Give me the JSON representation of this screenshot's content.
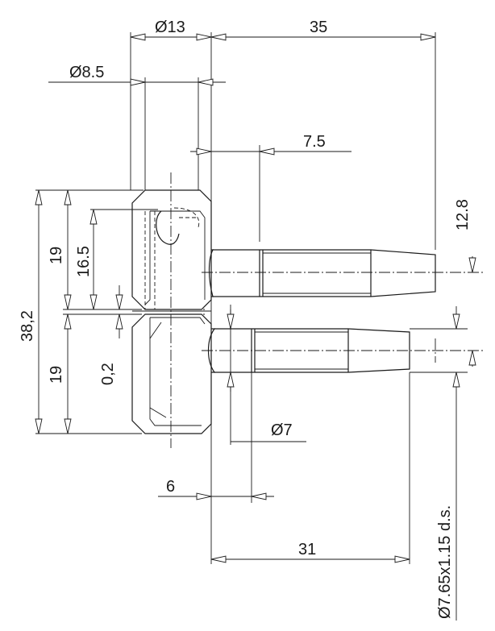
{
  "dimensions": {
    "d13": "Ø13",
    "l35": "35",
    "d8_5": "Ø8.5",
    "l7_5": "7.5",
    "l12_8": "12.8",
    "l19_top": "19",
    "l16_5": "16.5",
    "l38_2": "38,2",
    "l19_bottom": "19",
    "l0_2": "0,2",
    "d7": "Ø7",
    "l6": "6",
    "l31": "31",
    "thread": "Ø7.65x1.15 d.s."
  },
  "colors": {
    "line": "#1a1a1a",
    "background": "#ffffff"
  }
}
